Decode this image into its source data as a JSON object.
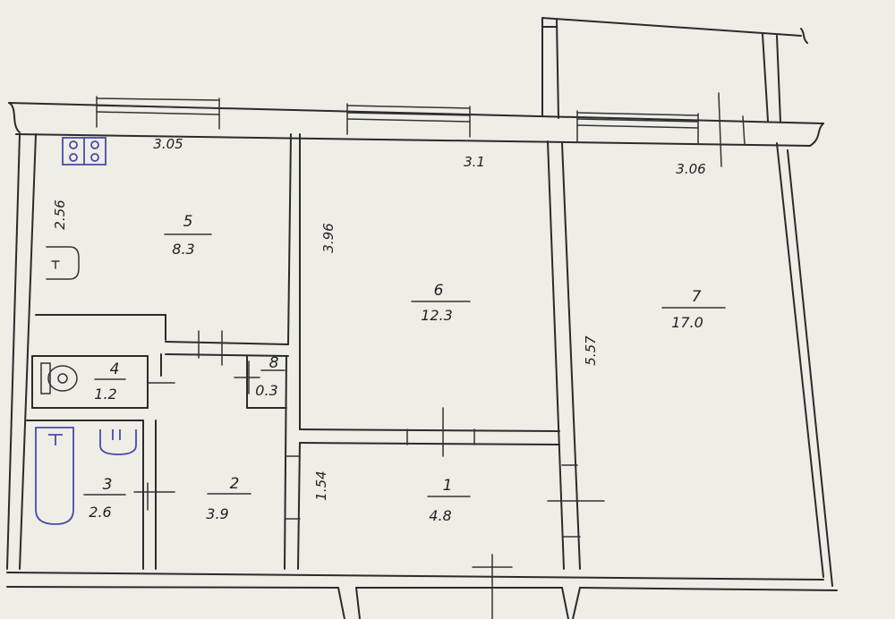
{
  "rooms": [
    {
      "id": "1",
      "area": "4.8"
    },
    {
      "id": "2",
      "area": "3.9"
    },
    {
      "id": "3",
      "area": "2.6"
    },
    {
      "id": "4",
      "area": "1.2"
    },
    {
      "id": "5",
      "area": "8.3"
    },
    {
      "id": "6",
      "area": "12.3"
    },
    {
      "id": "7",
      "area": "17.0"
    },
    {
      "id": "8",
      "area": "0.3"
    }
  ],
  "dimensions": {
    "kitchen_width": "3.05",
    "kitchen_depth": "2.56",
    "room6_width": "3.1",
    "room6_depth": "3.96",
    "room7_width": "3.06",
    "room7_depth": "5.57",
    "hall_depth": "1.54"
  },
  "colors": {
    "ink": "#2b2b2b",
    "paper": "#eeede6",
    "fixture_ink": "#4a4aa8"
  },
  "icons": [
    "stove-icon",
    "sink-icon",
    "toilet-icon",
    "bathtub-icon",
    "washbasin-icon"
  ]
}
